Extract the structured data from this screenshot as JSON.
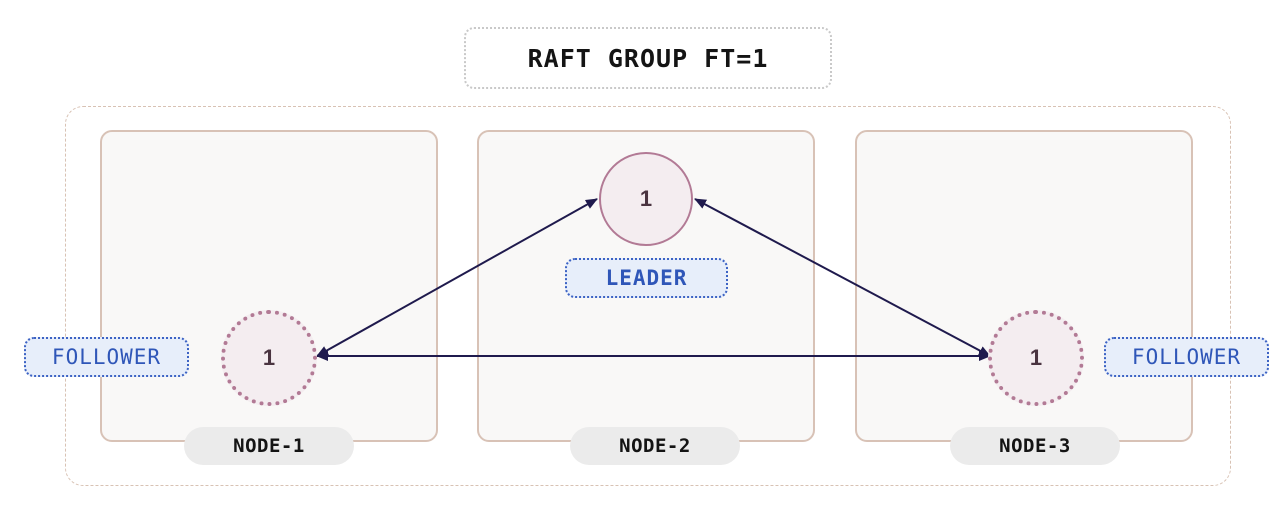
{
  "title": "RAFT GROUP FT=1",
  "nodes": [
    {
      "label": "NODE-1",
      "replica": "1",
      "role": "FOLLOWER"
    },
    {
      "label": "NODE-2",
      "replica": "1",
      "role": "LEADER"
    },
    {
      "label": "NODE-3",
      "replica": "1",
      "role": "FOLLOWER"
    }
  ],
  "colors": {
    "arrow": "#1f1a4d",
    "replica_border": "#b27a95",
    "role_text": "#2f56b8",
    "role_bg": "#e7eefa",
    "node_border": "#d8c2b6"
  }
}
